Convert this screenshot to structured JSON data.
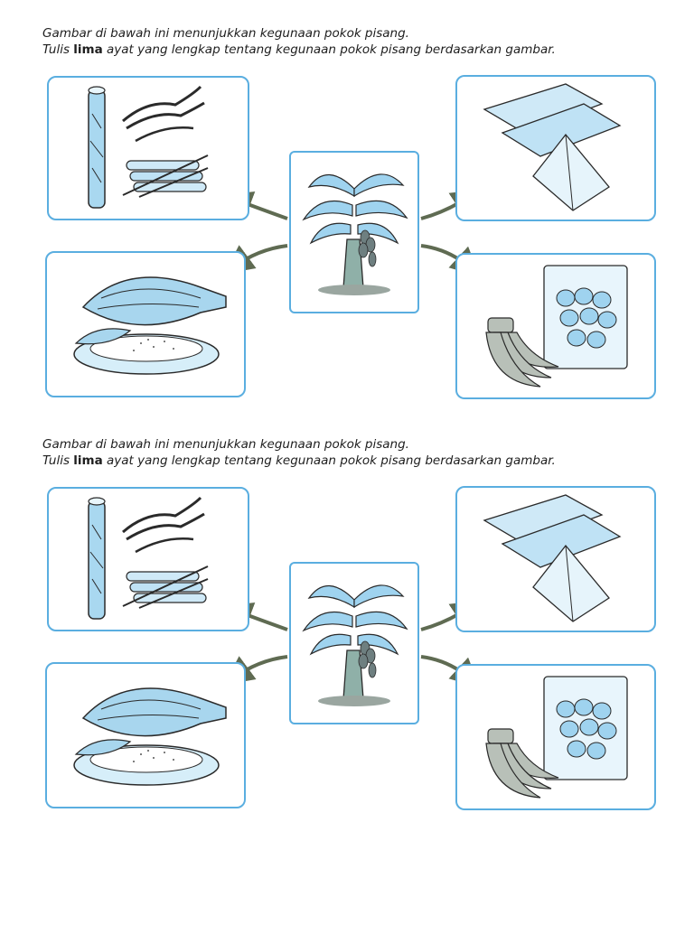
{
  "worksheets": [
    {
      "instruction_line1": "Gambar di bawah ini menunjukkan kegunaan pokok pisang.",
      "instruction_line2_start": "Tulis ",
      "instruction_line2_bold": "lima",
      "instruction_line2_end": " ayat yang lengkap tentang kegunaan pokok pisang berdasarkan gambar."
    },
    {
      "instruction_line1": "Gambar di bawah ini menunjukkan kegunaan pokok pisang.",
      "instruction_line2_start": "Tulis ",
      "instruction_line2_bold": "lima",
      "instruction_line2_end": " ayat yang lengkap tentang kegunaan pokok pisang berdasarkan gambar."
    }
  ],
  "colors": {
    "panel_border": "#5aaee0",
    "leaf_fill": "#9fd3ef",
    "arrow": "#5f6b52",
    "ink": "#2a2a2a"
  },
  "icons": {
    "center": "banana-tree-icon",
    "top_left": "banana-stem-and-fibre-raft-icon",
    "bottom_left": "banana-leaf-wrapped-rice-icon",
    "top_right": "banana-leaf-folded-packets-icon",
    "bottom_right": "bananas-and-chips-bag-icon"
  }
}
